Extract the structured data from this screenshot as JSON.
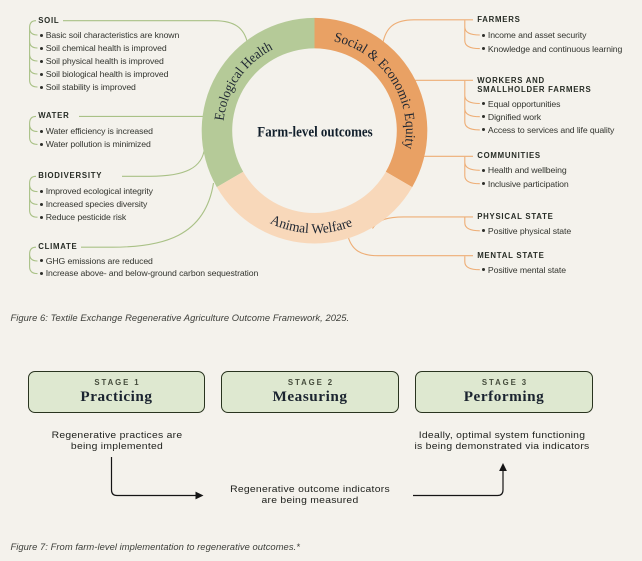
{
  "figure6": {
    "caption": "Figure 6: Textile Exchange Regenerative Agriculture Outcome Framework, 2025.",
    "donut": {
      "center_label": "Farm-level outcomes",
      "segments": [
        {
          "label": "Ecological Health",
          "color": "#b5ca98"
        },
        {
          "label": "Social & Economic Equity",
          "color": "#e9a164"
        },
        {
          "label": "Animal Welfare",
          "color": "#f8d8ba"
        }
      ]
    },
    "left_groups": [
      {
        "title": "SOIL",
        "items": [
          "Basic soil characteristics are known",
          "Soil chemical health is improved",
          "Soil physical health is improved",
          "Soil biological health is improved",
          "Soil stability is improved"
        ]
      },
      {
        "title": "WATER",
        "items": [
          "Water efficiency is increased",
          "Water pollution is minimized"
        ]
      },
      {
        "title": "BIODIVERSITY",
        "items": [
          "Improved ecological integrity",
          "Increased species diversity",
          "Reduce pesticide risk"
        ]
      },
      {
        "title": "CLIMATE",
        "items": [
          "GHG emissions are reduced",
          "Increase above- and below-ground carbon sequestration"
        ]
      }
    ],
    "right_groups": [
      {
        "title": "FARMERS",
        "items": [
          "Income and asset security",
          "Knowledge and continuous learning"
        ]
      },
      {
        "title": "WORKERS AND\nSMALLHOLDER FARMERS",
        "items": [
          "Equal opportunities",
          "Dignified work",
          "Access to services and life quality"
        ]
      },
      {
        "title": "COMMUNITIES",
        "items": [
          "Health and wellbeing",
          "Inclusive participation"
        ]
      },
      {
        "title": "PHYSICAL STATE",
        "items": [
          "Positive physical state"
        ]
      },
      {
        "title": "MENTAL STATE",
        "items": [
          "Positive mental state"
        ]
      }
    ]
  },
  "figure7": {
    "caption": "Figure 7: From farm-level implementation to regenerative outcomes.*",
    "stages": [
      {
        "kicker": "STAGE 1",
        "name": "Practicing"
      },
      {
        "kicker": "STAGE 2",
        "name": "Measuring"
      },
      {
        "kicker": "STAGE 3",
        "name": "Performing"
      }
    ],
    "notes": {
      "practicing": "Regenerative practices are\nbeing implemented",
      "measuring": "Regenerative outcome indicators\nare being measured",
      "performing": "Ideally, optimal system functioning\nis being demonstrated via indicators"
    }
  },
  "colors": {
    "background": "#f4f2ec",
    "ecological_health": "#b5ca98",
    "social_economic_equity": "#e9a164",
    "animal_welfare": "#f8d8ba",
    "left_connector": "#a9c186",
    "right_connector": "#eeae76",
    "stage_box_fill": "#dee8d0",
    "stage_box_border": "#29341f"
  }
}
